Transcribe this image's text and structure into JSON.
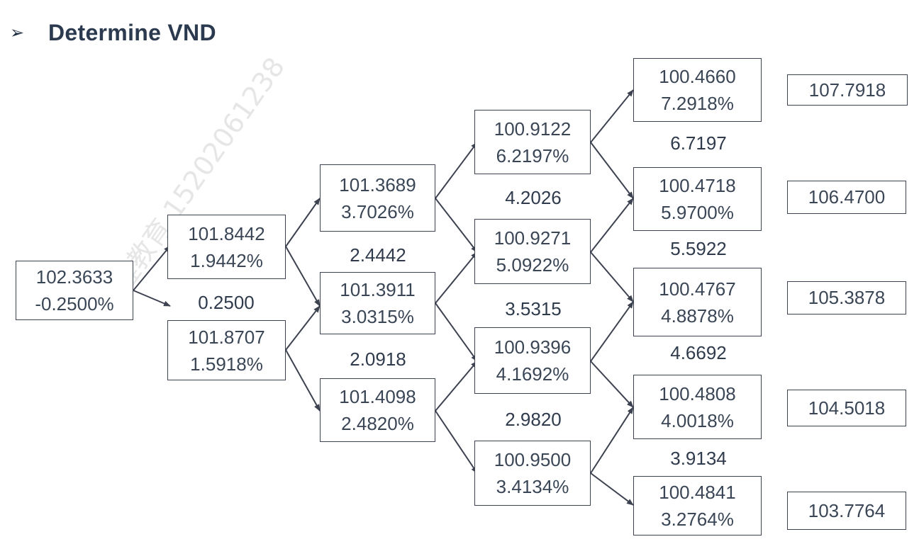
{
  "heading": {
    "bullet": "➢",
    "title": "Determine VND"
  },
  "watermark": "金程教育 15202061238",
  "nodes": {
    "n0_0": {
      "price": "102.3633",
      "rate": "-0.2500%"
    },
    "n1_0": {
      "price": "101.8442",
      "rate": "1.9442%"
    },
    "n1_1": {
      "price": "101.8707",
      "rate": "1.5918%"
    },
    "n2_0": {
      "price": "101.3689",
      "rate": "3.7026%"
    },
    "n2_1": {
      "price": "101.3911",
      "rate": "3.0315%"
    },
    "n2_2": {
      "price": "101.4098",
      "rate": "2.4820%"
    },
    "n3_0": {
      "price": "100.9122",
      "rate": "6.2197%"
    },
    "n3_1": {
      "price": "100.9271",
      "rate": "5.0922%"
    },
    "n3_2": {
      "price": "100.9396",
      "rate": "4.1692%"
    },
    "n3_3": {
      "price": "100.9500",
      "rate": "3.4134%"
    },
    "n4_0": {
      "price": "100.4660",
      "rate": "7.2918%"
    },
    "n4_1": {
      "price": "100.4718",
      "rate": "5.9700%"
    },
    "n4_2": {
      "price": "100.4767",
      "rate": "4.8878%"
    },
    "n4_3": {
      "price": "100.4808",
      "rate": "4.0018%"
    },
    "n4_4": {
      "price": "100.4841",
      "rate": "3.2764%"
    }
  },
  "between": {
    "b1": "0.2500",
    "b2a": "2.4442",
    "b2b": "2.0918",
    "b3a": "4.2026",
    "b3b": "3.5315",
    "b3c": "2.9820",
    "b4a": "6.7197",
    "b4b": "5.5922",
    "b4c": "4.6692",
    "b4d": "3.9134"
  },
  "terminal_values": [
    "107.7918",
    "106.4700",
    "105.3878",
    "104.5018",
    "103.7764"
  ],
  "colors": {
    "line": "#3d4250",
    "text": "#3a4656",
    "heading": "#2b3a4f"
  }
}
